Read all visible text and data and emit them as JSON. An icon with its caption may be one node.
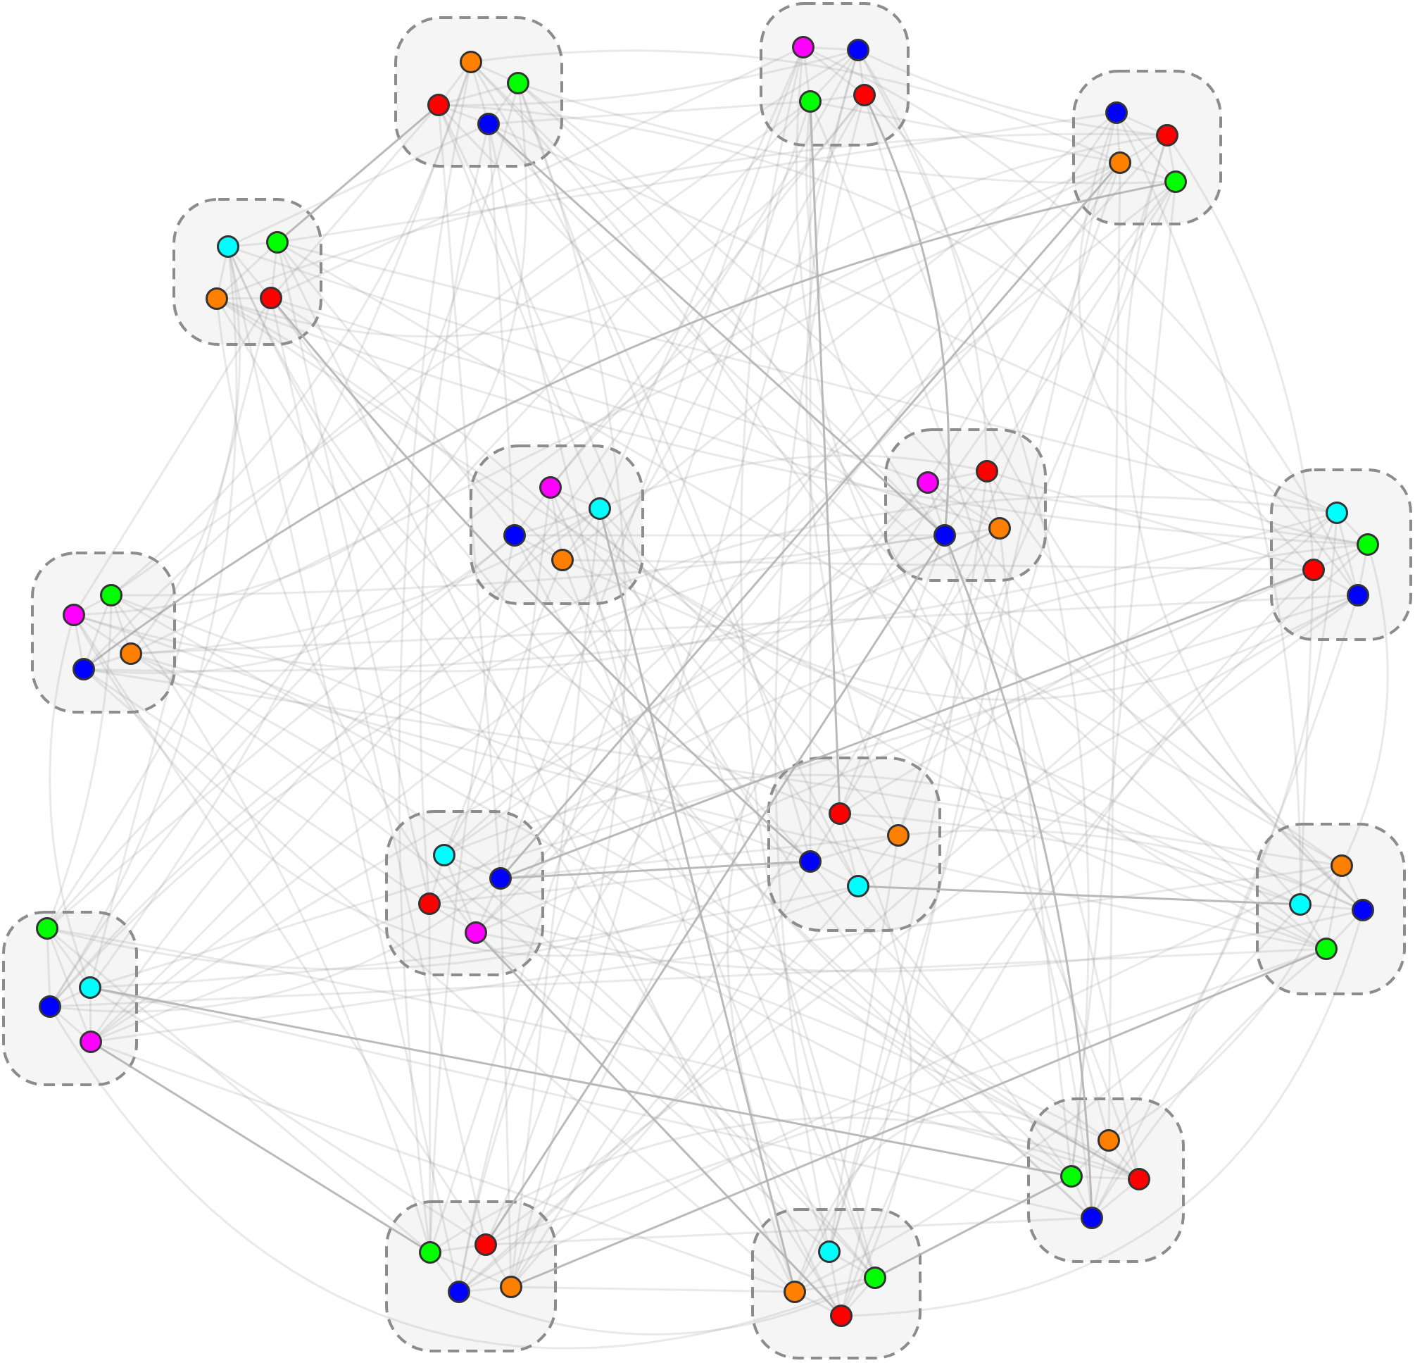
{
  "diagram": {
    "nodes": [
      {
        "text": [],
        "shape": "box"
      },
      {
        "text": [],
        "shape": "circle",
        "in": 0
      },
      {
        "text": [],
        "shape": "circle",
        "in": 0
      },
      {
        "text": [],
        "shape": "circle",
        "in": 0
      },
      {
        "text": [],
        "shape": "circle",
        "in": 0
      },
      {
        "text": [],
        "shape": "box"
      },
      {
        "text": [],
        "shape": "circle",
        "in": 5
      },
      {
        "text": [],
        "shape": "circle",
        "in": 5
      },
      {
        "text": [],
        "shape": "circle",
        "in": 5
      },
      {
        "text": [],
        "shape": "circle",
        "in": 5
      },
      {
        "text": [],
        "shape": "box"
      },
      {
        "text": [],
        "shape": "circle",
        "in": 10
      },
      {
        "text": [],
        "shape": "circle",
        "in": 10
      },
      {
        "text": [],
        "shape": "circle",
        "in": 10
      },
      {
        "text": [],
        "shape": "circle",
        "in": 10
      },
      {
        "text": [],
        "shape": "box"
      },
      {
        "text": [],
        "shape": "circle",
        "in": 15
      },
      {
        "text": [],
        "shape": "circle",
        "in": 15
      },
      {
        "text": [],
        "shape": "circle",
        "in": 15
      },
      {
        "text": [],
        "shape": "circle",
        "in": 15
      },
      {
        "text": [],
        "shape": "box"
      },
      {
        "text": [],
        "shape": "circle",
        "in": 20
      },
      {
        "text": [],
        "shape": "circle",
        "in": 20
      },
      {
        "text": [],
        "shape": "circle",
        "in": 20
      },
      {
        "text": [],
        "shape": "circle",
        "in": 20
      },
      {
        "text": [],
        "shape": "box"
      },
      {
        "text": [],
        "shape": "circle",
        "in": 25
      },
      {
        "text": [],
        "shape": "circle",
        "in": 25
      },
      {
        "text": [],
        "shape": "circle",
        "in": 25
      },
      {
        "text": [],
        "shape": "circle",
        "in": 25
      },
      {
        "text": [],
        "shape": "box"
      },
      {
        "text": [],
        "shape": "circle",
        "in": 30
      },
      {
        "text": [],
        "shape": "circle",
        "in": 30
      },
      {
        "text": [],
        "shape": "circle",
        "in": 30
      },
      {
        "text": [],
        "shape": "circle",
        "in": 30
      },
      {
        "text": [],
        "shape": "box"
      },
      {
        "text": [],
        "shape": "circle",
        "in": 35
      },
      {
        "text": [],
        "shape": "circle",
        "in": 35
      },
      {
        "text": [],
        "shape": "circle",
        "in": 35
      },
      {
        "text": [],
        "shape": "circle",
        "in": 35
      },
      {
        "text": [],
        "shape": "box"
      },
      {
        "text": [],
        "shape": "circle",
        "in": 40
      },
      {
        "text": [],
        "shape": "circle",
        "in": 40
      },
      {
        "text": [],
        "shape": "circle",
        "in": 40
      },
      {
        "text": [],
        "shape": "circle",
        "in": 40
      },
      {
        "text": [],
        "shape": "box"
      },
      {
        "text": [],
        "shape": "circle",
        "in": 45
      },
      {
        "text": [],
        "shape": "circle",
        "in": 45
      },
      {
        "text": [],
        "shape": "circle",
        "in": 45
      },
      {
        "text": [],
        "shape": "circle",
        "in": 45
      },
      {
        "text": [],
        "shape": "box"
      },
      {
        "text": [],
        "shape": "circle",
        "in": 50
      },
      {
        "text": [],
        "shape": "circle",
        "in": 50
      },
      {
        "text": [],
        "shape": "circle",
        "in": 50
      },
      {
        "text": [],
        "shape": "circle",
        "in": 50
      },
      {
        "text": [],
        "shape": "box"
      },
      {
        "text": [],
        "shape": "circle",
        "in": 55
      },
      {
        "text": [],
        "shape": "circle",
        "in": 55
      },
      {
        "text": [],
        "shape": "circle",
        "in": 55
      },
      {
        "text": [],
        "shape": "circle",
        "in": 55
      },
      {
        "text": [],
        "shape": "box"
      },
      {
        "text": [],
        "shape": "circle",
        "in": 60
      },
      {
        "text": [],
        "shape": "circle",
        "in": 60
      },
      {
        "text": [],
        "shape": "circle",
        "in": 60
      },
      {
        "text": [],
        "shape": "circle",
        "in": 60
      },
      {
        "text": [],
        "shape": "box"
      },
      {
        "text": [],
        "shape": "circle",
        "in": 65
      },
      {
        "text": [],
        "shape": "circle",
        "in": 65
      },
      {
        "text": [],
        "shape": "circle",
        "in": 65
      },
      {
        "text": [],
        "shape": "circle",
        "in": 65
      },
      {
        "text": [],
        "shape": "box"
      },
      {
        "text": [],
        "shape": "circle",
        "in": 70
      },
      {
        "text": [],
        "shape": "circle",
        "in": 70
      },
      {
        "text": [],
        "shape": "circle",
        "in": 70
      },
      {
        "text": [],
        "shape": "circle",
        "in": 70
      }
    ],
    "edges": [
      {
        "from": 1,
        "to": 2,
        "arrow": "none"
      },
      {
        "from": 1,
        "to": 3,
        "arrow": "none"
      },
      {
        "from": 1,
        "to": 4,
        "arrow": "none"
      },
      {
        "from": 2,
        "to": 3,
        "arrow": "none"
      },
      {
        "from": 2,
        "to": 4,
        "arrow": "none"
      },
      {
        "from": 3,
        "to": 4,
        "arrow": "none"
      },
      {
        "from": 6,
        "to": 7,
        "arrow": "none"
      },
      {
        "from": 6,
        "to": 8,
        "arrow": "none"
      },
      {
        "from": 6,
        "to": 9,
        "arrow": "none"
      },
      {
        "from": 7,
        "to": 8,
        "arrow": "none"
      },
      {
        "from": 7,
        "to": 9,
        "arrow": "none"
      },
      {
        "from": 8,
        "to": 9,
        "arrow": "none"
      },
      {
        "from": 11,
        "to": 12,
        "arrow": "none"
      },
      {
        "from": 11,
        "to": 13,
        "arrow": "none"
      },
      {
        "from": 11,
        "to": 14,
        "arrow": "none"
      },
      {
        "from": 12,
        "to": 13,
        "arrow": "none"
      },
      {
        "from": 12,
        "to": 14,
        "arrow": "none"
      },
      {
        "from": 13,
        "to": 14,
        "arrow": "none"
      },
      {
        "from": 16,
        "to": 17,
        "arrow": "none"
      },
      {
        "from": 16,
        "to": 18,
        "arrow": "none"
      },
      {
        "from": 16,
        "to": 19,
        "arrow": "none"
      },
      {
        "from": 17,
        "to": 18,
        "arrow": "none"
      },
      {
        "from": 17,
        "to": 19,
        "arrow": "none"
      },
      {
        "from": 18,
        "to": 19,
        "arrow": "none"
      },
      {
        "from": 21,
        "to": 22,
        "arrow": "none"
      },
      {
        "from": 21,
        "to": 23,
        "arrow": "none"
      },
      {
        "from": 21,
        "to": 24,
        "arrow": "none"
      },
      {
        "from": 22,
        "to": 23,
        "arrow": "none"
      },
      {
        "from": 22,
        "to": 24,
        "arrow": "none"
      },
      {
        "from": 23,
        "to": 24,
        "arrow": "none"
      },
      {
        "from": 26,
        "to": 27,
        "arrow": "none"
      },
      {
        "from": 26,
        "to": 28,
        "arrow": "none"
      },
      {
        "from": 26,
        "to": 29,
        "arrow": "none"
      },
      {
        "from": 27,
        "to": 28,
        "arrow": "none"
      },
      {
        "from": 27,
        "to": 29,
        "arrow": "none"
      },
      {
        "from": 28,
        "to": 29,
        "arrow": "none"
      },
      {
        "from": 31,
        "to": 32,
        "arrow": "none"
      },
      {
        "from": 31,
        "to": 33,
        "arrow": "none"
      },
      {
        "from": 31,
        "to": 34,
        "arrow": "none"
      },
      {
        "from": 32,
        "to": 33,
        "arrow": "none"
      },
      {
        "from": 32,
        "to": 34,
        "arrow": "none"
      },
      {
        "from": 33,
        "to": 34,
        "arrow": "none"
      },
      {
        "from": 36,
        "to": 37,
        "arrow": "none"
      },
      {
        "from": 36,
        "to": 38,
        "arrow": "none"
      },
      {
        "from": 36,
        "to": 39,
        "arrow": "none"
      },
      {
        "from": 37,
        "to": 38,
        "arrow": "none"
      },
      {
        "from": 37,
        "to": 39,
        "arrow": "none"
      },
      {
        "from": 38,
        "to": 39,
        "arrow": "none"
      },
      {
        "from": 41,
        "to": 42,
        "arrow": "none"
      },
      {
        "from": 41,
        "to": 43,
        "arrow": "none"
      },
      {
        "from": 41,
        "to": 44,
        "arrow": "none"
      },
      {
        "from": 42,
        "to": 43,
        "arrow": "none"
      },
      {
        "from": 42,
        "to": 44,
        "arrow": "none"
      },
      {
        "from": 43,
        "to": 44,
        "arrow": "none"
      },
      {
        "from": 46,
        "to": 47,
        "arrow": "none"
      },
      {
        "from": 46,
        "to": 48,
        "arrow": "none"
      },
      {
        "from": 46,
        "to": 49,
        "arrow": "none"
      },
      {
        "from": 47,
        "to": 48,
        "arrow": "none"
      },
      {
        "from": 47,
        "to": 49,
        "arrow": "none"
      },
      {
        "from": 48,
        "to": 49,
        "arrow": "none"
      },
      {
        "from": 51,
        "to": 52,
        "arrow": "none"
      },
      {
        "from": 51,
        "to": 53,
        "arrow": "none"
      },
      {
        "from": 51,
        "to": 54,
        "arrow": "none"
      },
      {
        "from": 52,
        "to": 53,
        "arrow": "none"
      },
      {
        "from": 52,
        "to": 54,
        "arrow": "none"
      },
      {
        "from": 53,
        "to": 54,
        "arrow": "none"
      },
      {
        "from": 56,
        "to": 57,
        "arrow": "none"
      },
      {
        "from": 56,
        "to": 58,
        "arrow": "none"
      },
      {
        "from": 56,
        "to": 59,
        "arrow": "none"
      },
      {
        "from": 57,
        "to": 58,
        "arrow": "none"
      },
      {
        "from": 57,
        "to": 59,
        "arrow": "none"
      },
      {
        "from": 58,
        "to": 59,
        "arrow": "none"
      },
      {
        "from": 61,
        "to": 62,
        "arrow": "none"
      },
      {
        "from": 61,
        "to": 63,
        "arrow": "none"
      },
      {
        "from": 61,
        "to": 64,
        "arrow": "none"
      },
      {
        "from": 62,
        "to": 63,
        "arrow": "none"
      },
      {
        "from": 62,
        "to": 64,
        "arrow": "none"
      },
      {
        "from": 63,
        "to": 64,
        "arrow": "none"
      },
      {
        "from": 66,
        "to": 67,
        "arrow": "none"
      },
      {
        "from": 66,
        "to": 68,
        "arrow": "none"
      },
      {
        "from": 66,
        "to": 69,
        "arrow": "none"
      },
      {
        "from": 67,
        "to": 68,
        "arrow": "none"
      },
      {
        "from": 67,
        "to": 69,
        "arrow": "none"
      },
      {
        "from": 68,
        "to": 69,
        "arrow": "none"
      },
      {
        "from": 71,
        "to": 72,
        "arrow": "none"
      },
      {
        "from": 71,
        "to": 73,
        "arrow": "none"
      },
      {
        "from": 71,
        "to": 74,
        "arrow": "none"
      },
      {
        "from": 72,
        "to": 73,
        "arrow": "none"
      },
      {
        "from": 72,
        "to": 74,
        "arrow": "none"
      },
      {
        "from": 73,
        "to": 74,
        "arrow": "none"
      },
      {
        "from": 3,
        "to": 7,
        "arrow": "none"
      },
      {
        "from": 4,
        "to": 8,
        "arrow": "none"
      },
      {
        "from": 1,
        "to": 13,
        "arrow": "none"
      },
      {
        "from": 2,
        "to": 14,
        "arrow": "none"
      },
      {
        "from": 3,
        "to": 19,
        "arrow": "none"
      },
      {
        "from": 4,
        "to": 16,
        "arrow": "none"
      },
      {
        "from": 1,
        "to": 21,
        "arrow": "none"
      },
      {
        "from": 2,
        "to": 22,
        "arrow": "none"
      },
      {
        "from": 3,
        "to": 27,
        "arrow": "none"
      },
      {
        "from": 4,
        "to": 28,
        "arrow": "none"
      },
      {
        "from": 1,
        "to": 33,
        "arrow": "none"
      },
      {
        "from": 2,
        "to": 34,
        "arrow": "none"
      },
      {
        "from": 3,
        "to": 39,
        "arrow": "none"
      },
      {
        "from": 4,
        "to": 36,
        "arrow": "none"
      },
      {
        "from": 1,
        "to": 41,
        "arrow": "none"
      },
      {
        "from": 2,
        "to": 42,
        "arrow": "none"
      },
      {
        "from": 3,
        "to": 47,
        "arrow": "none"
      },
      {
        "from": 4,
        "to": 48,
        "arrow": "none"
      },
      {
        "from": 1,
        "to": 53,
        "arrow": "none"
      },
      {
        "from": 2,
        "to": 54,
        "arrow": "none"
      },
      {
        "from": 3,
        "to": 59,
        "arrow": "none"
      },
      {
        "from": 4,
        "to": 56,
        "arrow": "none"
      },
      {
        "from": 1,
        "to": 61,
        "arrow": "none"
      },
      {
        "from": 2,
        "to": 62,
        "arrow": "none"
      },
      {
        "from": 3,
        "to": 67,
        "arrow": "none"
      },
      {
        "from": 4,
        "to": 68,
        "arrow": "none"
      },
      {
        "from": 1,
        "to": 73,
        "arrow": "none"
      },
      {
        "from": 2,
        "to": 74,
        "arrow": "none"
      },
      {
        "from": 7,
        "to": 12,
        "arrow": "none"
      },
      {
        "from": 8,
        "to": 13,
        "arrow": "none"
      },
      {
        "from": 9,
        "to": 18,
        "arrow": "none"
      },
      {
        "from": 6,
        "to": 19,
        "arrow": "none"
      },
      {
        "from": 7,
        "to": 24,
        "arrow": "none"
      },
      {
        "from": 8,
        "to": 21,
        "arrow": "none"
      },
      {
        "from": 9,
        "to": 26,
        "arrow": "none"
      },
      {
        "from": 6,
        "to": 27,
        "arrow": "none"
      },
      {
        "from": 7,
        "to": 32,
        "arrow": "none"
      },
      {
        "from": 8,
        "to": 33,
        "arrow": "none"
      },
      {
        "from": 9,
        "to": 38,
        "arrow": "none"
      },
      {
        "from": 6,
        "to": 39,
        "arrow": "none"
      },
      {
        "from": 7,
        "to": 44,
        "arrow": "none"
      },
      {
        "from": 8,
        "to": 41,
        "arrow": "none"
      },
      {
        "from": 9,
        "to": 46,
        "arrow": "none"
      },
      {
        "from": 6,
        "to": 47,
        "arrow": "none"
      },
      {
        "from": 7,
        "to": 52,
        "arrow": "none"
      },
      {
        "from": 8,
        "to": 53,
        "arrow": "none"
      },
      {
        "from": 9,
        "to": 58,
        "arrow": "none"
      },
      {
        "from": 6,
        "to": 59,
        "arrow": "none"
      },
      {
        "from": 7,
        "to": 64,
        "arrow": "none"
      },
      {
        "from": 8,
        "to": 61,
        "arrow": "none"
      },
      {
        "from": 9,
        "to": 66,
        "arrow": "none"
      },
      {
        "from": 6,
        "to": 67,
        "arrow": "none"
      },
      {
        "from": 7,
        "to": 72,
        "arrow": "none"
      },
      {
        "from": 8,
        "to": 73,
        "arrow": "none"
      },
      {
        "from": 11,
        "to": 17,
        "arrow": "none"
      },
      {
        "from": 12,
        "to": 18,
        "arrow": "none"
      },
      {
        "from": 13,
        "to": 23,
        "arrow": "none"
      },
      {
        "from": 14,
        "to": 24,
        "arrow": "none",
        "color": "#b3b3b3"
      },
      {
        "from": 11,
        "to": 29,
        "arrow": "none"
      },
      {
        "from": 12,
        "to": 26,
        "arrow": "none"
      },
      {
        "from": 13,
        "to": 31,
        "arrow": "none"
      },
      {
        "from": 14,
        "to": 32,
        "arrow": "none"
      },
      {
        "from": 11,
        "to": 37,
        "arrow": "none"
      },
      {
        "from": 12,
        "to": 38,
        "arrow": "none"
      },
      {
        "from": 13,
        "to": 43,
        "arrow": "none"
      },
      {
        "from": 14,
        "to": 44,
        "arrow": "none"
      },
      {
        "from": 11,
        "to": 49,
        "arrow": "none"
      },
      {
        "from": 12,
        "to": 46,
        "arrow": "none"
      },
      {
        "from": 13,
        "to": 51,
        "arrow": "none"
      },
      {
        "from": 14,
        "to": 52,
        "arrow": "none"
      },
      {
        "from": 11,
        "to": 57,
        "arrow": "none"
      },
      {
        "from": 12,
        "to": 58,
        "arrow": "none"
      },
      {
        "from": 13,
        "to": 63,
        "arrow": "none"
      },
      {
        "from": 14,
        "to": 64,
        "arrow": "none"
      },
      {
        "from": 11,
        "to": 69,
        "arrow": "none"
      },
      {
        "from": 12,
        "to": 66,
        "arrow": "none"
      },
      {
        "from": 13,
        "to": 71,
        "arrow": "none"
      },
      {
        "from": 14,
        "to": 72,
        "arrow": "none"
      },
      {
        "from": 19,
        "to": 22,
        "arrow": "none"
      },
      {
        "from": 16,
        "to": 23,
        "arrow": "none"
      },
      {
        "from": 17,
        "to": 28,
        "arrow": "none"
      },
      {
        "from": 18,
        "to": 29,
        "arrow": "none"
      },
      {
        "from": 19,
        "to": 34,
        "arrow": "none"
      },
      {
        "from": 16,
        "to": 31,
        "arrow": "none"
      },
      {
        "from": 17,
        "to": 36,
        "arrow": "none"
      },
      {
        "from": 18,
        "to": 37,
        "arrow": "none"
      },
      {
        "from": 19,
        "to": 42,
        "arrow": "none"
      },
      {
        "from": 16,
        "to": 43,
        "arrow": "none"
      },
      {
        "from": 17,
        "to": 48,
        "arrow": "none"
      },
      {
        "from": 18,
        "to": 49,
        "arrow": "none"
      },
      {
        "from": 19,
        "to": 54,
        "arrow": "none"
      },
      {
        "from": 16,
        "to": 51,
        "arrow": "none"
      },
      {
        "from": 17,
        "to": 56,
        "arrow": "none"
      },
      {
        "from": 18,
        "to": 57,
        "arrow": "none"
      },
      {
        "from": 19,
        "to": 62,
        "arrow": "none"
      },
      {
        "from": 16,
        "to": 63,
        "arrow": "none"
      },
      {
        "from": 17,
        "to": 68,
        "arrow": "none"
      },
      {
        "from": 18,
        "to": 69,
        "arrow": "none"
      },
      {
        "from": 19,
        "to": 74,
        "arrow": "none"
      },
      {
        "from": 16,
        "to": 71,
        "arrow": "none"
      },
      {
        "from": 23,
        "to": 27,
        "arrow": "none"
      },
      {
        "from": 24,
        "to": 28,
        "arrow": "none"
      },
      {
        "from": 21,
        "to": 33,
        "arrow": "none"
      },
      {
        "from": 22,
        "to": 34,
        "arrow": "none"
      },
      {
        "from": 23,
        "to": 39,
        "arrow": "none"
      },
      {
        "from": 24,
        "to": 36,
        "arrow": "none"
      },
      {
        "from": 21,
        "to": 41,
        "arrow": "none"
      },
      {
        "from": 22,
        "to": 42,
        "arrow": "none"
      },
      {
        "from": 23,
        "to": 47,
        "arrow": "none"
      },
      {
        "from": 24,
        "to": 48,
        "arrow": "none"
      },
      {
        "from": 21,
        "to": 53,
        "arrow": "none"
      },
      {
        "from": 22,
        "to": 54,
        "arrow": "none"
      },
      {
        "from": 23,
        "to": 59,
        "arrow": "none"
      },
      {
        "from": 24,
        "to": 56,
        "arrow": "none"
      },
      {
        "from": 21,
        "to": 61,
        "arrow": "none"
      },
      {
        "from": 22,
        "to": 62,
        "arrow": "none"
      },
      {
        "from": 23,
        "to": 67,
        "arrow": "none"
      },
      {
        "from": 24,
        "to": 68,
        "arrow": "none"
      },
      {
        "from": 21,
        "to": 73,
        "arrow": "none"
      },
      {
        "from": 22,
        "to": 74,
        "arrow": "none"
      },
      {
        "from": 27,
        "to": 32,
        "arrow": "none"
      },
      {
        "from": 28,
        "to": 33,
        "arrow": "none"
      },
      {
        "from": 29,
        "to": 38,
        "arrow": "none"
      },
      {
        "from": 26,
        "to": 39,
        "arrow": "none"
      },
      {
        "from": 27,
        "to": 44,
        "arrow": "none"
      },
      {
        "from": 28,
        "to": 41,
        "arrow": "none"
      },
      {
        "from": 29,
        "to": 46,
        "arrow": "none"
      },
      {
        "from": 26,
        "to": 47,
        "arrow": "none"
      },
      {
        "from": 27,
        "to": 52,
        "arrow": "none"
      },
      {
        "from": 28,
        "to": 53,
        "arrow": "none"
      },
      {
        "from": 29,
        "to": 58,
        "arrow": "none"
      },
      {
        "from": 26,
        "to": 59,
        "arrow": "none"
      },
      {
        "from": 27,
        "to": 64,
        "arrow": "none"
      },
      {
        "from": 28,
        "to": 61,
        "arrow": "none"
      },
      {
        "from": 29,
        "to": 66,
        "arrow": "none"
      },
      {
        "from": 26,
        "to": 67,
        "arrow": "none"
      },
      {
        "from": 27,
        "to": 72,
        "arrow": "none"
      },
      {
        "from": 28,
        "to": 73,
        "arrow": "none"
      },
      {
        "from": 31,
        "to": 37,
        "arrow": "none"
      },
      {
        "from": 32,
        "to": 38,
        "arrow": "none"
      },
      {
        "from": 33,
        "to": 43,
        "arrow": "none"
      },
      {
        "from": 34,
        "to": 44,
        "arrow": "none"
      },
      {
        "from": 31,
        "to": 49,
        "arrow": "none"
      },
      {
        "from": 32,
        "to": 46,
        "arrow": "none"
      },
      {
        "from": 33,
        "to": 51,
        "arrow": "none"
      },
      {
        "from": 34,
        "to": 52,
        "arrow": "none"
      },
      {
        "from": 31,
        "to": 57,
        "arrow": "none"
      },
      {
        "from": 32,
        "to": 58,
        "arrow": "none"
      },
      {
        "from": 33,
        "to": 63,
        "arrow": "none"
      },
      {
        "from": 34,
        "to": 64,
        "arrow": "none"
      },
      {
        "from": 31,
        "to": 69,
        "arrow": "none"
      },
      {
        "from": 32,
        "to": 66,
        "arrow": "none"
      },
      {
        "from": 33,
        "to": 71,
        "arrow": "none"
      },
      {
        "from": 34,
        "to": 72,
        "arrow": "none"
      },
      {
        "from": 39,
        "to": 42,
        "arrow": "none"
      },
      {
        "from": 36,
        "to": 43,
        "arrow": "none"
      },
      {
        "from": 37,
        "to": 48,
        "arrow": "none"
      },
      {
        "from": 38,
        "to": 49,
        "arrow": "none"
      },
      {
        "from": 39,
        "to": 54,
        "arrow": "none"
      },
      {
        "from": 36,
        "to": 51,
        "arrow": "none"
      },
      {
        "from": 37,
        "to": 56,
        "arrow": "none"
      },
      {
        "from": 38,
        "to": 57,
        "arrow": "none"
      },
      {
        "from": 39,
        "to": 62,
        "arrow": "none"
      },
      {
        "from": 36,
        "to": 63,
        "arrow": "none"
      },
      {
        "from": 37,
        "to": 68,
        "arrow": "none"
      },
      {
        "from": 38,
        "to": 69,
        "arrow": "none"
      },
      {
        "from": 39,
        "to": 74,
        "arrow": "none"
      },
      {
        "from": 36,
        "to": 71,
        "arrow": "none"
      },
      {
        "from": 43,
        "to": 47,
        "arrow": "none"
      },
      {
        "from": 44,
        "to": 48,
        "arrow": "none"
      },
      {
        "from": 41,
        "to": 53,
        "arrow": "none"
      },
      {
        "from": 42,
        "to": 54,
        "arrow": "none"
      },
      {
        "from": 43,
        "to": 59,
        "arrow": "none"
      },
      {
        "from": 44,
        "to": 56,
        "arrow": "none"
      },
      {
        "from": 41,
        "to": 61,
        "arrow": "none"
      },
      {
        "from": 42,
        "to": 62,
        "arrow": "none"
      },
      {
        "from": 43,
        "to": 67,
        "arrow": "none"
      },
      {
        "from": 44,
        "to": 68,
        "arrow": "none"
      },
      {
        "from": 41,
        "to": 73,
        "arrow": "none"
      },
      {
        "from": 42,
        "to": 74,
        "arrow": "none"
      },
      {
        "from": 47,
        "to": 52,
        "arrow": "none"
      },
      {
        "from": 48,
        "to": 53,
        "arrow": "none"
      },
      {
        "from": 49,
        "to": 58,
        "arrow": "none"
      },
      {
        "from": 46,
        "to": 59,
        "arrow": "none"
      },
      {
        "from": 47,
        "to": 64,
        "arrow": "none"
      },
      {
        "from": 48,
        "to": 61,
        "arrow": "none"
      },
      {
        "from": 49,
        "to": 66,
        "arrow": "none"
      },
      {
        "from": 46,
        "to": 67,
        "arrow": "none"
      },
      {
        "from": 47,
        "to": 72,
        "arrow": "none"
      },
      {
        "from": 48,
        "to": 73,
        "arrow": "none"
      },
      {
        "from": 51,
        "to": 57,
        "arrow": "none"
      },
      {
        "from": 52,
        "to": 58,
        "arrow": "none"
      },
      {
        "from": 53,
        "to": 63,
        "arrow": "none"
      },
      {
        "from": 54,
        "to": 64,
        "arrow": "none"
      },
      {
        "from": 51,
        "to": 69,
        "arrow": "none"
      },
      {
        "from": 52,
        "to": 66,
        "arrow": "none"
      },
      {
        "from": 53,
        "to": 71,
        "arrow": "none"
      },
      {
        "from": 54,
        "to": 72,
        "arrow": "none"
      },
      {
        "from": 59,
        "to": 62,
        "arrow": "none"
      },
      {
        "from": 56,
        "to": 63,
        "arrow": "none"
      },
      {
        "from": 57,
        "to": 68,
        "arrow": "none"
      },
      {
        "from": 58,
        "to": 69,
        "arrow": "none"
      },
      {
        "from": 59,
        "to": 74,
        "arrow": "none"
      },
      {
        "from": 56,
        "to": 71,
        "arrow": "none"
      },
      {
        "from": 63,
        "to": 67,
        "arrow": "none"
      },
      {
        "from": 64,
        "to": 68,
        "arrow": "none"
      },
      {
        "from": 61,
        "to": 73,
        "arrow": "none"
      },
      {
        "from": 62,
        "to": 74,
        "arrow": "none"
      },
      {
        "from": 67,
        "to": 72,
        "arrow": "none",
        "color": "#b3b3b3"
      },
      {
        "from": 68,
        "to": 73,
        "arrow": "none"
      },
      {
        "from": 3,
        "to": 17,
        "arrow": "none",
        "color": "#b3b3b3"
      },
      {
        "from": 4,
        "to": 33,
        "arrow": "none",
        "color": "#b3b3b3"
      },
      {
        "from": 27,
        "to": 68,
        "arrow": "none",
        "color": "#b3b3b3"
      },
      {
        "from": 19,
        "to": 53,
        "arrow": "none",
        "color": "#b3b3b3"
      },
      {
        "from": 33,
        "to": 74,
        "arrow": "none",
        "color": "#b3b3b3"
      },
      {
        "from": 47,
        "to": 53,
        "arrow": "none",
        "color": "#b3b3b3"
      },
      {
        "from": 44,
        "to": 61,
        "arrow": "none",
        "color": "#b3b3b3"
      },
      {
        "from": 8,
        "to": 51,
        "arrow": "none",
        "color": "#b3b3b3"
      },
      {
        "from": 38,
        "to": 47,
        "arrow": "none",
        "color": "#b3b3b3"
      },
      {
        "from": 54,
        "to": 57,
        "arrow": "none",
        "color": "#b3b3b3"
      },
      {
        "from": 33,
        "to": 62,
        "arrow": "none",
        "color": "#b3b3b3"
      },
      {
        "from": 9,
        "to": 33,
        "arrow": "none",
        "color": "#b3b3b3"
      },
      {
        "from": 13,
        "to": 47,
        "arrow": "none",
        "color": "#b3b3b3"
      },
      {
        "from": 49,
        "to": 69,
        "arrow": "none",
        "color": "#b3b3b3"
      },
      {
        "from": 42,
        "to": 72,
        "arrow": "none",
        "color": "#b3b3b3"
      },
      {
        "from": 59,
        "to": 64,
        "arrow": "none",
        "color": "#b3b3b3"
      }
    ]
  }
}
